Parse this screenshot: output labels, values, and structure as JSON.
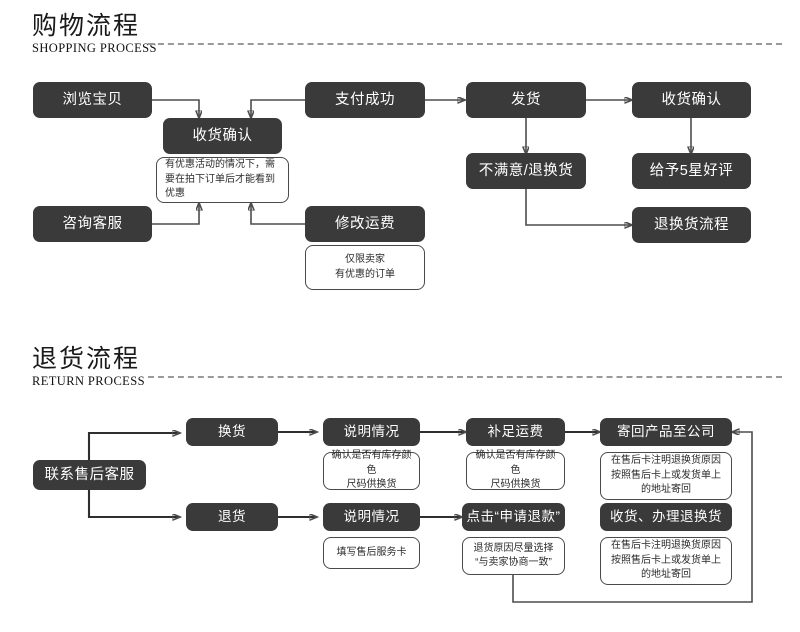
{
  "sections": [
    {
      "title_cn": "购物流程",
      "title_en": "SHOPPING PROCESS"
    },
    {
      "title_cn": "退货流程",
      "title_en": "RETURN PROCESS"
    }
  ],
  "shopping": {
    "nodes": {
      "browse": "浏览宝贝",
      "confirm_receipt": "收货确认",
      "pay_success": "支付成功",
      "ship": "发货",
      "confirm_receipt2": "收货确认",
      "dissatisfied": "不满意/退换货",
      "five_star": "给予5星好评",
      "return_flow": "退换货流程",
      "contact_service": "咨询客服",
      "modify_freight": "修改运费"
    },
    "notes": {
      "promo": [
        "有优惠活动的情况下，需",
        "要在拍下订单后才能看到",
        "优惠"
      ],
      "seller_only": [
        "仅限卖家",
        "有优惠的订单"
      ]
    }
  },
  "returns": {
    "nodes": {
      "contact_after_sales": "联系售后客服",
      "exchange": "换货",
      "explain1": "说明情况",
      "extra_freight": "补足运费",
      "send_back": "寄回产品至公司",
      "refund": "退货",
      "explain2": "说明情况",
      "apply_refund": "点击“申请退款”",
      "receive_process": "收货、办理退换货"
    },
    "notes": {
      "stock_check_a": [
        "确认是否有库存颜色",
        "尺码供换货"
      ],
      "stock_check_b": [
        "确认是否有库存颜色",
        "尺码供换货"
      ],
      "send_back_addr": [
        "在售后卡注明退换货原因",
        "按照售后卡上或发货单上",
        "的地址寄回"
      ],
      "service_card": [
        "填写售后服务卡"
      ],
      "refund_reason": [
        "退货原因尽量选择",
        "“与卖家协商一致”"
      ],
      "receive_addr": [
        "在售后卡注明退换货原因",
        "按照售后卡上或发货单上",
        "的地址寄回"
      ]
    }
  },
  "colors": {
    "node_fill": "#3a3a3a",
    "node_text": "#ffffff",
    "note_border": "#4a4a4a",
    "wire": "#4d4d4d",
    "rule": "#9a9a9a",
    "background": "#ffffff"
  }
}
